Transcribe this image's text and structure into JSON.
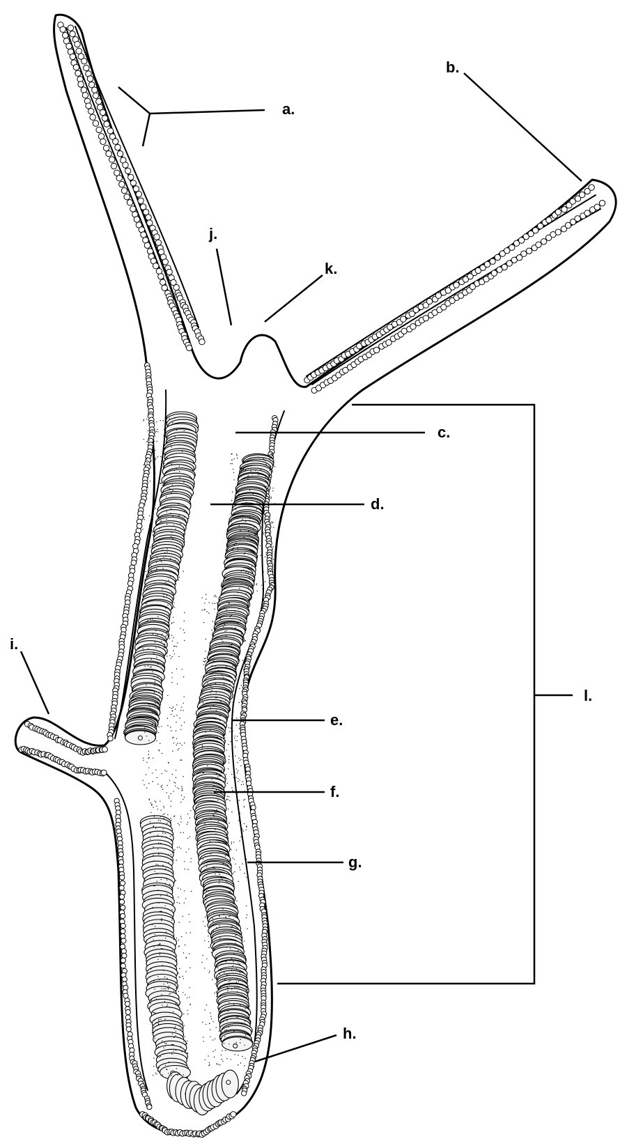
{
  "labels": {
    "a": "a.",
    "b": "b.",
    "c": "c.",
    "d": "d.",
    "e": "e.",
    "f": "f.",
    "g": "g.",
    "h": "h.",
    "i": "i.",
    "j": "j.",
    "k": "k.",
    "l": "l."
  },
  "colors": {
    "ink": "#000000",
    "paper": "#ffffff"
  }
}
